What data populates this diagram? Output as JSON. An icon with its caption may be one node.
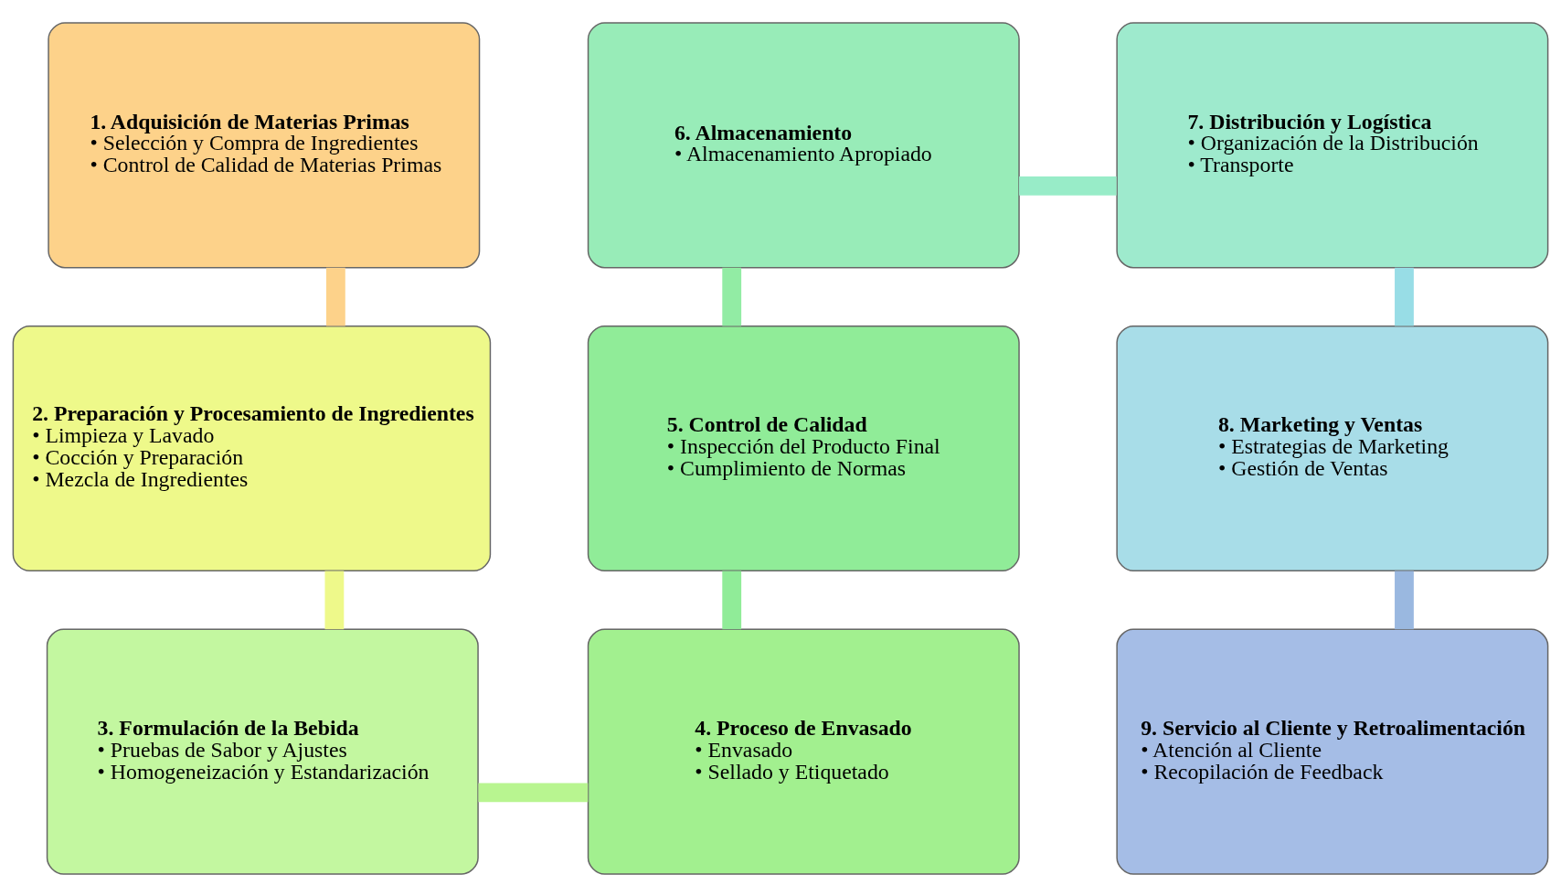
{
  "diagram": {
    "nodes": [
      {
        "text": [
          "1. Adquisición de Materias Primas",
          "• Selección y Compra de Ingredientes",
          "• Control de Calidad de Materias Primas"
        ]
      },
      {
        "text": [
          "2. Preparación y Procesamiento de Ingredientes",
          "• Limpieza y Lavado",
          "• Cocción y Preparación",
          "• Mezcla de Ingredientes"
        ]
      },
      {
        "text": [
          "3. Formulación de la Bebida",
          "• Pruebas de Sabor y Ajustes",
          "• Homogeneización y Estandarización"
        ]
      },
      {
        "text": [
          "4. Proceso de Envasado",
          "• Envasado",
          "• Sellado y Etiquetado"
        ]
      },
      {
        "text": [
          "5. Control de Calidad",
          "• Inspección del Producto Final",
          "• Cumplimiento de Normas"
        ]
      },
      {
        "text": [
          "6. Almacenamiento",
          "• Almacenamiento Apropiado"
        ]
      },
      {
        "text": [
          "7. Distribución y Logística",
          "• Organización de la Distribución",
          "• Transporte"
        ]
      },
      {
        "text": [
          "8. Marketing y Ventas",
          "• Estrategias de Marketing",
          "• Gestión de Ventas"
        ]
      },
      {
        "text": [
          "9. Servicio al Cliente y Retroalimentación",
          "• Atención al Cliente",
          "• Recopilación de Feedback"
        ]
      }
    ],
    "edges": [
      {
        "from": 0,
        "to": 1,
        "arrow": "none",
        "color": "#fdd28a"
      },
      {
        "from": 1,
        "to": 2,
        "arrow": "none",
        "color": "#eef98a"
      },
      {
        "from": 2,
        "to": 3,
        "arrow": "none",
        "color": "#b8f590"
      },
      {
        "from": 3,
        "to": 4,
        "arrow": "none",
        "color": "#90ec98"
      },
      {
        "from": 4,
        "to": 5,
        "arrow": "none",
        "color": "#92eca4"
      },
      {
        "from": 5,
        "to": 6,
        "arrow": "none",
        "color": "#98ecc8"
      },
      {
        "from": 6,
        "to": 7,
        "arrow": "none",
        "color": "#98dde6"
      },
      {
        "from": 7,
        "to": 8,
        "arrow": "none",
        "color": "#9ab8e0"
      }
    ]
  }
}
